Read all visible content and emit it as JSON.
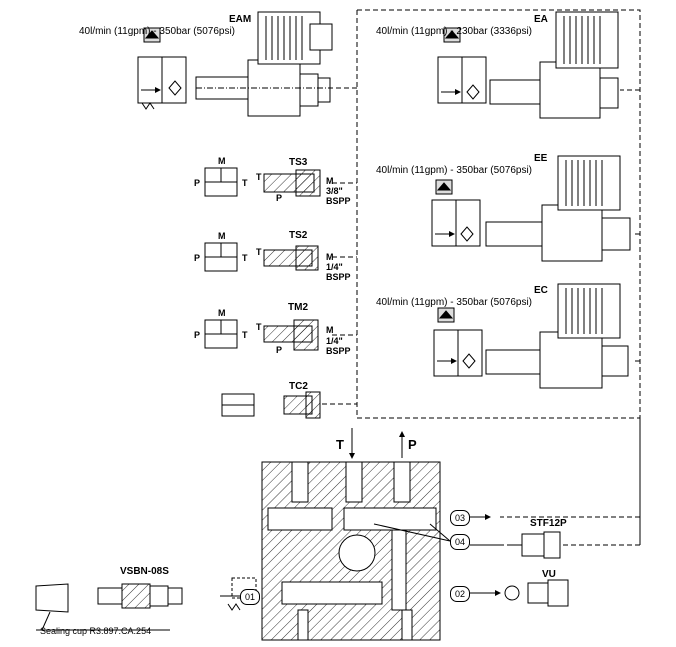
{
  "valves": {
    "eam": {
      "code": "EAM",
      "spec": "40l/min (11gpm) - 350bar (5076psi)"
    },
    "ea": {
      "code": "EA",
      "spec": "40l/min (11gpm) - 230bar (3336psi)"
    },
    "ee": {
      "code": "EE",
      "spec": "40l/min (11gpm) - 350bar (5076psi)"
    },
    "ec": {
      "code": "EC",
      "spec": "40l/min (11gpm) - 350bar (5076psi)"
    }
  },
  "options": {
    "ts3": {
      "code": "TS3",
      "thread_size": "3/8\"",
      "thread_type": "BSPP"
    },
    "ts2": {
      "code": "TS2",
      "thread_size": "1/4\"",
      "thread_type": "BSPP"
    },
    "tm2": {
      "code": "TM2",
      "thread_size": "1/4\"",
      "thread_type": "BSPP"
    },
    "tc2": {
      "code": "TC2"
    }
  },
  "port_letters": {
    "m": "M",
    "p": "P",
    "t": "T"
  },
  "body_ports": {
    "t": "T",
    "p": "P"
  },
  "port_numbers": {
    "p01": "01",
    "p02": "02",
    "p03": "03",
    "p04": "04"
  },
  "accessories": {
    "stf12p": "STF12P",
    "vu": "VU",
    "vsbn": "VSBN-08S",
    "sealing_cup": "Sealing cup R3.897.CA.254"
  }
}
